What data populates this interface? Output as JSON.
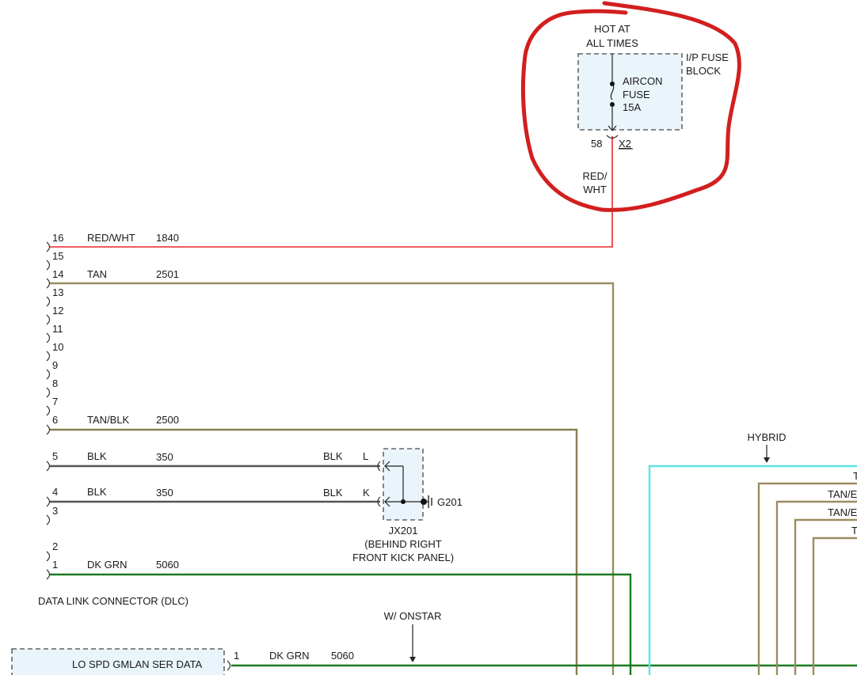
{
  "fuse_block": {
    "supply_label_line1": "HOT AT",
    "supply_label_line2": "ALL TIMES",
    "block_label_line1": "I/P FUSE",
    "block_label_line2": "BLOCK",
    "fuse_line1": "AIRCON",
    "fuse_line2": "FUSE",
    "fuse_rating": "15A",
    "terminal_number": "58",
    "connector": "X2",
    "output_wire_line1": "RED/",
    "output_wire_line2": "WHT"
  },
  "dlc": {
    "title": "DATA LINK CONNECTOR (DLC)",
    "pins": [
      {
        "pin": "16",
        "color_label": "RED/WHT",
        "circuit": "1840"
      },
      {
        "pin": "15",
        "color_label": "",
        "circuit": ""
      },
      {
        "pin": "14",
        "color_label": "TAN",
        "circuit": "2501"
      },
      {
        "pin": "13",
        "color_label": "",
        "circuit": ""
      },
      {
        "pin": "12",
        "color_label": "",
        "circuit": ""
      },
      {
        "pin": "11",
        "color_label": "",
        "circuit": ""
      },
      {
        "pin": "10",
        "color_label": "",
        "circuit": ""
      },
      {
        "pin": "9",
        "color_label": "",
        "circuit": ""
      },
      {
        "pin": "8",
        "color_label": "",
        "circuit": ""
      },
      {
        "pin": "7",
        "color_label": "",
        "circuit": ""
      },
      {
        "pin": "6",
        "color_label": "TAN/BLK",
        "circuit": "2500"
      },
      {
        "pin": "5",
        "color_label": "BLK",
        "circuit": "350"
      },
      {
        "pin": "4",
        "color_label": "BLK",
        "circuit": "350"
      },
      {
        "pin": "3",
        "color_label": "",
        "circuit": ""
      },
      {
        "pin": "2",
        "color_label": "",
        "circuit": ""
      },
      {
        "pin": "1",
        "color_label": "DK GRN",
        "circuit": "5060"
      }
    ]
  },
  "ground_splice": {
    "wire_label_pin5": "BLK",
    "terminal_pin5": "L",
    "wire_label_pin4": "BLK",
    "terminal_pin4": "K",
    "ground_name": "G201",
    "connector_name": "JX201",
    "location_line1": "(BEHIND RIGHT",
    "location_line2": "FRONT KICK PANEL)"
  },
  "hybrid": {
    "label": "HYBRID",
    "wire_label_1": "T",
    "wire_label_2": "TAN/E",
    "wire_label_3": "TAN/E",
    "wire_label_4": "T"
  },
  "onstar": {
    "label": "W/ ONSTAR",
    "module_label": "LO SPD GMLAN SER DATA",
    "pin": "1",
    "color_label": "DK GRN",
    "circuit": "5060"
  },
  "colors": {
    "red_wht": "#e8262a",
    "tan": "#9c8c62",
    "tan_blk": "#8c7c56",
    "blk": "#555555",
    "dk_grn": "#1a7a1f",
    "hybrid": "#5fe3e3",
    "annotation": "#d21f1f",
    "box_fill": "#eaf4fb"
  }
}
